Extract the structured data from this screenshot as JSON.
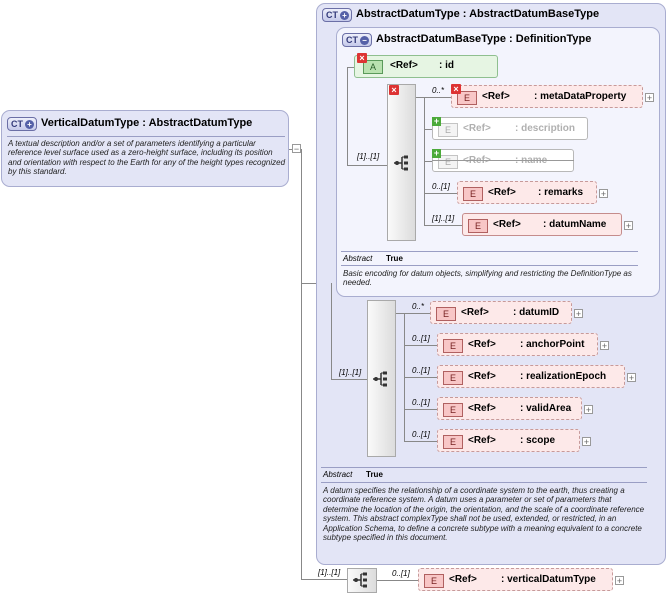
{
  "outer": {
    "badge": "CT",
    "title": "VerticalDatumType : AbstractDatumType",
    "description": "A textual description and/or a set of parameters identifying a particular reference level surface used as a zero-height surface, including its position and orientation with respect to the Earth for any of the height types recognized by this standard."
  },
  "abstract_datum": {
    "badge": "CT",
    "title": "AbstractDatumType : AbstractDatumBaseType",
    "abstract_label": "Abstract",
    "abstract_value": "True",
    "description": "A datum specifies the relationship of a coordinate system to the earth, thus creating a coordinate reference system. A datum uses a parameter or set of parameters that determine the location of the origin, the orientation, and the scale of a coordinate reference system. This abstract complexType shall not be used, extended, or restricted, in an Application Schema, to define a concrete subtype with a meaning equivalent to a concrete subtype specified in this document.",
    "sequence_cardinality": "[1]..[1]",
    "elements": [
      {
        "card": "0..*",
        "ref": "<Ref>",
        "name": ": datumID"
      },
      {
        "card": "0..[1]",
        "ref": "<Ref>",
        "name": ": anchorPoint"
      },
      {
        "card": "0..[1]",
        "ref": "<Ref>",
        "name": ": realizationEpoch"
      },
      {
        "card": "0..[1]",
        "ref": "<Ref>",
        "name": ": validArea"
      },
      {
        "card": "0..[1]",
        "ref": "<Ref>",
        "name": ": scope"
      }
    ]
  },
  "abstract_base": {
    "badge": "CT",
    "title": "AbstractDatumBaseType : DefinitionType",
    "abstract_label": "Abstract",
    "abstract_value": "True",
    "description": "Basic encoding for datum objects, simplifying and restricting the DefinitionType as needed.",
    "attribute": {
      "tag": "A",
      "ref": "<Ref>",
      "name": ": id"
    },
    "sequence_cardinality": "[1]..[1]",
    "elements": [
      {
        "card": "0..*",
        "ref": "<Ref>",
        "name": ": metaDataProperty"
      },
      {
        "card": "",
        "ref": "<Ref>",
        "name": ": description"
      },
      {
        "card": "",
        "ref": "<Ref>",
        "name": ": name"
      },
      {
        "card": "0..[1]",
        "ref": "<Ref>",
        "name": ": remarks"
      },
      {
        "card": "[1]..[1]",
        "ref": "<Ref>",
        "name": ": datumName"
      }
    ]
  },
  "bottom": {
    "sequence_cardinality": "[1]..[1]",
    "element": {
      "card": "0..[1]",
      "ref": "<Ref>",
      "name": ": verticalDatumType"
    }
  },
  "element_tag": "E"
}
